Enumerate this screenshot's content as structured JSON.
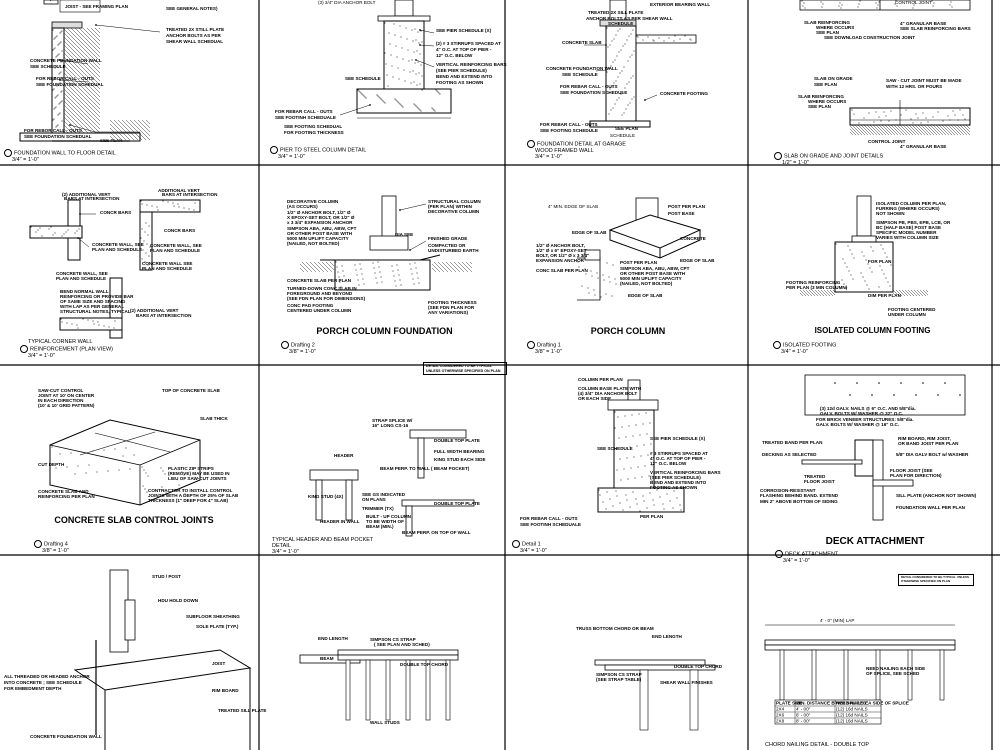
{
  "sheet": {
    "colors": {
      "ink": "#000000",
      "paper": "#ffffff",
      "hatch": "#555555"
    },
    "details": [
      {
        "id": "foundation-wall-to-floor",
        "number": "",
        "caption": "FOUNDATION WALL TO FLOOR DETAIL",
        "scale": "3/4\" = 1'-0\"",
        "labels": [
          "JOIST - SEE FRAMING PLAN",
          "SEE GENERAL NOTES)",
          "TREATED 2X STILL PLATE",
          "ANCHOR BOLTS AS PER",
          "SHEAR WALL SCHEDUAL",
          "CONCRETE FOUNDATION WALL",
          "SEE SCHEDULE",
          "FOR REBOR CALL - OUTS",
          "SEE FOUNDATION SCHEDUAL",
          "FOR REBOR CALL - OUTS",
          "SEE FOUNDATION SCHEDUAL"
        ]
      },
      {
        "id": "pier-to-steel-column",
        "number": "",
        "caption": "PIER TO STEEL COLUMN DETAIL",
        "scale": "3/4\" = 1'-0\"",
        "labels": [
          "SEE SCHEDULE",
          "SEE PIER SCHEDULE (X)",
          "(2) # 3 STIRRUPS SPACED AT",
          "4\" O.C. AT TOP OF PIER -",
          "12\" O.C. BELOW",
          "VERTICAL REINFORCING BARS",
          "(SEE PIER SCHEDULE)",
          "BEND AND EXTEND INTO",
          "FOOTING AS SHOWN",
          "FOR REBAR CALL - OUTS",
          "SEE FOOTINH SCHEDUALE",
          "SEE FOOTING SCHEDUAL",
          "FOR FOOTING THICKNESS"
        ]
      },
      {
        "id": "foundation-at-garage",
        "number": "",
        "caption": "FOUNDATION DETAIL AT GARAGE",
        "caption2": "WOOD FRAMED WALL",
        "scale": "3/4\" = 1'-0\"",
        "labels": [
          "EXTERIOR BEARING WALL",
          "TREATED 2X SILL PLATE",
          "ANCHOR BOLTS AS PER SHEAR WALL",
          "SCHEDULE",
          "CONCRETE SLAB",
          "CONCRETE FOUNDATION WALL",
          "SEE SCHEDULE",
          "FOR REBAR CALL - OUTS",
          "SEE FOUNDATION SCHEDULE",
          "CONCRETE FOOTING",
          "FOR REBAR CALL - OUTS",
          "SEE FOOTING SCHEDULE",
          "SEE PLAN"
        ]
      },
      {
        "id": "slab-on-grade",
        "number": "",
        "caption": "SLAB ON GRADE AND JOINT DETAILS",
        "scale": "1/2\" = 1'-0\"",
        "labels": [
          "SLAB REINFORCING",
          "WHERE OCCURS",
          "SEE PLAN",
          "4\" GRANULAR BASE",
          "SEE SLAB REINFORCING BARS",
          "SEE DOWNLOAD CONSTRUCTION JOINT",
          "SLAB ON GRADE",
          "SEE PLAN",
          "SAW - CUT JOINT MUST BE MADE",
          "WITH 12 HRS. OR POURS",
          "SLAB REINFORCING",
          "WHERE OCCURS",
          "SEE PLAN",
          "4\" GRANULAR BASE",
          "CONTROL JOINT"
        ]
      },
      {
        "id": "typical-corner-wall",
        "number": "",
        "caption": "TYPICAL CORNER WALL",
        "caption2": "REINFORCEMENT (PLAN VIEW)",
        "scale": "3/4\" = 1'-0\"",
        "labels": [
          "(2) ADDITIONAL VERT",
          "BARS AT INTERSECTION",
          "CONCR BARS",
          "CONCRETE WALL, SEE",
          "PLAN AND SCHEDULE",
          "ADDITIONAL VERT",
          "BARS AT INTERSECTION",
          "CONCR BARS",
          "CONCRETE WALL, SEE",
          "PLAN AND SCHEDULE",
          "CONCRETE WALL SEE",
          "PLAN AND SCHEDULE",
          "BEND NORMAL WALL",
          "REINFORCING OR PROVIDE BAR",
          "OF SAME SIZE AND SPACING",
          "WITH LAP AS PER GENERAL",
          "STRUCTURAL NOTES, TYPICAL",
          "CONCRETE WALL, SEE",
          "PLAN AND SCHEDULE",
          "(2) ADDITIONAL VERT",
          "BARS AT INTERSECTION"
        ]
      },
      {
        "id": "porch-column-foundation",
        "number": "",
        "caption": "Drafting 2",
        "scale": "3/8\" = 1'-0\"",
        "title": "PORCH COLUMN FOUNDATION",
        "labels": [
          "DECORATIVE COLUMN",
          "(AS OCCURS)",
          "1/2\" Ø ANCHOR BOLT, 1/2\" Ø",
          "X EPOXY-SET BOLT, OR 1/2\" Ø",
          "x 3 3/4\" EXPANSION ANCHOR",
          "SIMPSON ABA, ABU, ABW, CPT",
          "OR OTHER POST BASE WITH",
          "5000 MIN UPLIFT CAPACITY",
          "(NAILED, NOT BOLTED)",
          "STRUCTURAL COLUMN",
          "(PER PLAN) WITHIN",
          "DECORATIVE COLUMN",
          "FINISHED GRADE",
          "COMPACTED OR",
          "UNDISTURBED EARTH",
          "CONCRETE SLAB PER PLAN",
          "TURNED-DOWN CONC SLAB IN",
          "FOREGROUND AND BEYOND",
          "(SEE FDN PLAN FOR DIMENSIONS)",
          "CONC PAD FOOTING",
          "CENTERED UNDER COLUMN",
          "FOOTING THICKNESS",
          "(SEE FDN PLAN FOR",
          "ANY VARIATIONS)",
          "DIA SEE"
        ]
      },
      {
        "id": "porch-column",
        "number": "",
        "caption": "Drafting 1",
        "scale": "3/8\" = 1'-0\"",
        "title": "PORCH COLUMN",
        "labels": [
          "POST PER PLAN",
          "POST BASE",
          "EDGE OF SLAB",
          "1/2\" Ø ANCHOR BOLT,",
          "1/2\" Ø x 6\" EPOXY-SET",
          "BOLT, OR 1/2\" Ø x 3 3/4\"",
          "EXPANSION ANCHOR",
          "POST PER PLAN",
          "SIMPSON ABA, ABU, ABW, CPT",
          "OR OTHER POST BASE WITH",
          "5000 MIN UPLIFT CAPACITY",
          "(NAILED, NOT BOLTED)",
          "CONC SLAB PER PLAN",
          "EDGE OF SLAB",
          "CONCRETE",
          "EDGE OF SLAB"
        ]
      },
      {
        "id": "isolated-column-footing",
        "number": "",
        "caption": "ISOLATED FOOTING",
        "scale": "3/4\" = 1'-0\"",
        "title": "ISOLATED COLUMN FOOTING",
        "labels": [
          "ISOLATED COLUMN PER PLAN,",
          "FURRING (WHERE OCCURS)",
          "NOT SHOWN",
          "SIMPSON PB, PBS, EPB, LCB, OR",
          "BC (HALF BASE) POST BASE",
          "SPECIFIC MODEL NUMBER",
          "VARIES WITH COLUMN SIZE",
          "FOOTING REINFORCING",
          "PER PLAN (3 MIN COLUMN)",
          "FOOTING CENTERED",
          "UNDER COLUMN",
          "DIM PER PLAN",
          "FOR PLAN"
        ]
      },
      {
        "id": "concrete-slab-control-joints",
        "number": "",
        "caption": "Drafting 4",
        "scale": "3/8\" = 1'-0\"",
        "title": "CONCRETE SLAB CONTROL JOINTS",
        "labels": [
          "SAW-CUT CONTROL",
          "JOINT AT 10' ON CENTER",
          "IN EACH DIRECTION",
          "(10' & 10' GRID PATTERN)",
          "TOP OF CONCRETE SLAB",
          "SLAB THICK",
          "CUT DEPTH",
          "PLASTIC ZIP STRIPS",
          "(REMOVE) MAY BE USED IN",
          "LIEU OF SAW-CUT JOINTS",
          "CONTRACTOR TO INSTALL CONTROL",
          "JOINTS WITH A DEPTH OF 25% OF SLAB",
          "THICKNESS (1\" DEEP FOR 4\" SLAB)",
          "CONCRETE SLAB AND",
          "REINFORCING PER PLAN"
        ]
      },
      {
        "id": "header-beam-pocket",
        "number": "",
        "caption": "TYPICAL HEADER AND BEAM POCKET",
        "caption2": "DETAIL",
        "scale": "3/4\" = 1'-0\"",
        "note": "DETAIL CONSIDERED TO BE TYPICAL UNLESS OTHERWISE SPECIFIED ON PLAN",
        "labels": [
          "STRAP SPLICE W/",
          "16\" LONG CS-16",
          "DOUBLE TOP PLATE",
          "FULL WIDTH BEARING",
          "KING STUD EACH SIDE",
          "HEADER",
          "BEAM PERP. TO WALL ( BEAM POCKET)",
          "KING STUD (4X)",
          "SEE GS INDICATED",
          "ON PLANS",
          "TRIMMER (TX)",
          "DOUBLE TOP PLATE",
          "BUILT - UP COLUMN",
          "TO BE WIDTH OF",
          "BEAM (MIN.)",
          "HEADER IN WALL",
          "BEAM PERP. ON TOP OF WALL"
        ]
      },
      {
        "id": "pier-detail",
        "number": "",
        "caption": "Detail 1",
        "scale": "3/4\" = 1'-0\"",
        "labels": [
          "COLUMN PER PLAN",
          "COLUMN BASE PLATE WITH",
          "(4) 3/4\" DIA ANCHOR BOLT",
          "OR EACH SIDE",
          "SEE PIER SCHEDULE (X)",
          "# 3 STIRRUPS SPACED AT",
          "4\" O.C. AT TOP OF PIER -",
          "12\" O.C. BELOW",
          "VERTICAL REINFORCING BARS",
          "(SEE PIER SCHEDULE)",
          "BEND AND EXTEND INTO",
          "FOOTING AS SHOWN",
          "SEE SCHEDULE",
          "PER PLAN",
          "FOR REBAR CALL - OUTS",
          "SEE FOOTINH SCHEDUALE"
        ]
      },
      {
        "id": "deck-attachment",
        "number": "",
        "caption": "DECK ATTACHMENT",
        "scale": "3/4\" = 1'-0\"",
        "title": "DECK ATTACHMENT",
        "labels": [
          "(3) 12d GALV. NAILS @ 6\" O.C. AND 5/8\"dia.",
          "GALV. BOLTS W/ WASHER @ 32\" O.C.",
          "FOR BRICK VENEER STRUCTURES: 5/8\"dia.",
          "GALV. BOLTS W/ WASHER @ 16\" O.C.",
          "TREATED BAND PER PLAN",
          "RIM BOARD, RIM JOIST,",
          "OR BAND JOIST PER PLAN",
          "DECKING AS SELECTED",
          "5/8\" DIA GALV BOLT w/ WASHER",
          "TREATED",
          "FLOOR JOIST",
          "FLOOR JOIST (SEE",
          "PLAN FOR DIRECTION)",
          "CORROSION-RESISTANT",
          "FLASHING BEHIND BAND. EXTEND",
          "MIN 2\" ABOVE BOTTOM OF SIDING",
          "SILL PLATE (ANCHOR NOT SHOWN)",
          "FOUNDATION WALL PER PLAN"
        ]
      },
      {
        "id": "hold-down",
        "labels": [
          "STUD / POST",
          "HDU HOLD DOWN",
          "SUBFLOOR SHEATHING",
          "SOLE PLATE (TYP.)",
          "JOIST",
          "RIM BOARD",
          "TREATED SILL PLATE",
          "ALL THREADED OR HEADED ANCHOR",
          "INTO CONCRETE ; SEE SCHEDULE",
          "FOR EMBEDMENT DEPTH",
          "CONCRETE FOUNDATION WALL"
        ]
      },
      {
        "id": "beam-wall",
        "labels": [
          "END LENGTH",
          "SIMPSON CS STRAP",
          "( SEE PLAN AND SCHED)",
          "BEAM",
          "DOUBLE TOP CHORD",
          "WALL STUDS"
        ]
      },
      {
        "id": "truss-chord",
        "labels": [
          "TRUSS BOTTOM CHORD OR BEAM",
          "END LENGTH",
          "DOUBLE TOP CHORD",
          "SIMPSON CS STRAP",
          "(SEE STRAP TABLE)",
          "SHEAR WALL FINISHES"
        ]
      },
      {
        "id": "chord-nailing",
        "caption": "CHORD NAILING DETAIL - DOUBLE TOP",
        "note": "DETAIL CONSIDERED TO BE TYPICAL UNLESS OTHERWISE SPECIFIED ON PLAN",
        "dim": "4' - 0\" (MIN) LAP",
        "labels": [
          "NEED NAILING EACH SIDE",
          "OF SPLICE, SEE SCHED"
        ],
        "table": {
          "headers": [
            "PLATE SIZE",
            "MIN. DISTANCE BTWN SPLICES",
            "NEED NAILS EA SIDE OF SPLICE"
          ],
          "rows": [
            [
              "2X4",
              "4' - 00\"",
              "(12) 16d NAILS"
            ],
            [
              "2X6",
              "6' - 00\"",
              "(12) 16d NAILS"
            ],
            [
              "2X8",
              "8' - 00\"",
              "(12) 16d NAILS"
            ]
          ]
        }
      }
    ]
  }
}
